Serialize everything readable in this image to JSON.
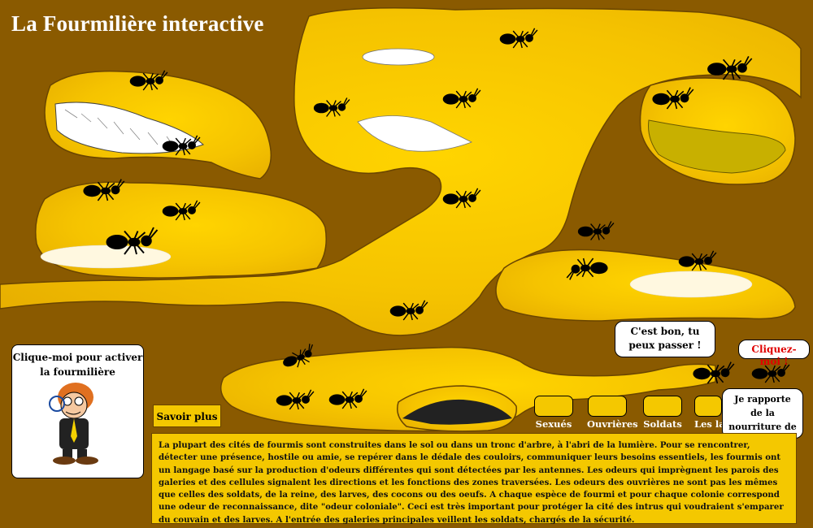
{
  "app": {
    "title": "La Fourmilière interactive"
  },
  "hero": {
    "label": "Clique-moi pour activer la fourmilière"
  },
  "bubbles": {
    "guard": "C'est bon, tu peux passer !",
    "click_me": "Cliquez-moi !",
    "worker": "Je rapporte de la nourriture de l'extérieur!"
  },
  "buttons": {
    "savoir_plus": "Savoir plus"
  },
  "categories": [
    {
      "label": "Sexués"
    },
    {
      "label": "Ouvrières"
    },
    {
      "label": "Soldats"
    },
    {
      "label": "Les la"
    }
  ],
  "info_text": "La plupart des cités de fourmis sont construites dans le sol ou dans un tronc d'arbre, à l'abri de la lumière. Pour se rencontrer, détecter une présence, hostile ou amie, se repérer dans le dédale des couloirs, communiquer leurs besoins essentiels, les fourmis ont un langage basé sur la production d'odeurs différentes qui sont détectées par les antennes. Les odeurs qui imprègnent les parois des galeries et des cellules signalent les directions et les fonctions des zones traversées. Les odeurs des ouvrières ne sont pas les mêmes que celles des soldats, de la reine, des larves, des cocons ou des oeufs. A chaque espèce de fourmi et pour chaque colonie correspond une odeur de reconnaissance, dite \"odeur coloniale\". Ceci est très important pour protéger la cité des intrus qui voudraient s'emparer du couvain et des larves. A l'entrée des galeries principales veillent les soldats, chargés de la sécurité.",
  "colors": {
    "soil": "#8a5a00",
    "tunnel": "#f4c000",
    "panel": "#f4c800",
    "alert": "#e00000"
  }
}
